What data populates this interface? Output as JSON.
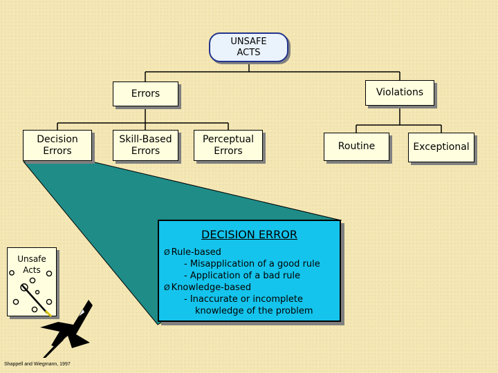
{
  "diagram": {
    "root": "UNSAFE\nACTS",
    "branches": {
      "errors": "Errors",
      "violations": "Violations"
    },
    "error_types": {
      "decision": "Decision\nErrors",
      "skill_based": "Skill-Based\nErrors",
      "perceptual": "Perceptual\nErrors"
    },
    "violation_types": {
      "routine": "Routine",
      "exceptional": "Exceptional"
    }
  },
  "decision_error_detail": {
    "title": "DECISION ERROR",
    "lines": [
      "Rule-based",
      "- Misapplication of a good rule",
      "- Application of a bad rule",
      "Knowledge-based",
      "-  Inaccurate or incomplete",
      "knowledge of the problem"
    ]
  },
  "unsafe_acts_icon": {
    "label": "Unsafe\nActs"
  },
  "credit": "Shappell and Wiegmann, 1997",
  "colors": {
    "background": "#f4e7b4",
    "zoom_fill": "#1f8c87",
    "detail_box": "#15c4ec",
    "box_fill": "#ffffe0",
    "root_border": "#24348c"
  }
}
